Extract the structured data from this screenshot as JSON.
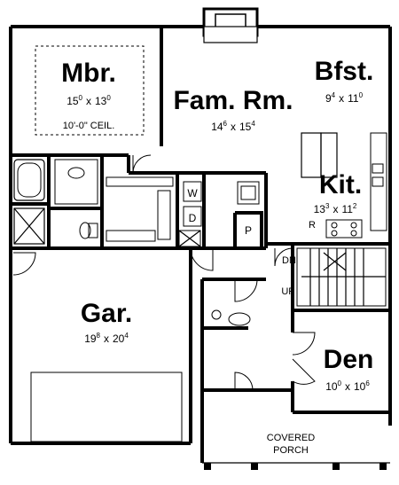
{
  "rooms": {
    "master_bedroom": {
      "name": "Mbr.",
      "dim_a": "15",
      "dim_a_sup": "0",
      "dim_b": "13",
      "dim_b_sup": "0",
      "note": "10'-0\" CEIL."
    },
    "family_room": {
      "name": "Fam. Rm.",
      "dim_a": "14",
      "dim_a_sup": "6",
      "dim_b": "15",
      "dim_b_sup": "4"
    },
    "breakfast": {
      "name": "Bfst.",
      "dim_a": "9",
      "dim_a_sup": "4",
      "dim_b": "11",
      "dim_b_sup": "0"
    },
    "kitchen": {
      "name": "Kit.",
      "dim_a": "13",
      "dim_a_sup": "3",
      "dim_b": "11",
      "dim_b_sup": "2"
    },
    "garage": {
      "name": "Gar.",
      "dim_a": "19",
      "dim_a_sup": "8",
      "dim_b": "20",
      "dim_b_sup": "4"
    },
    "den": {
      "name": "Den",
      "dim_a": "10",
      "dim_a_sup": "0",
      "dim_b": "10",
      "dim_b_sup": "6"
    }
  },
  "labels": {
    "washer": "W",
    "dryer": "D",
    "pantry": "P",
    "refrigerator": "R",
    "stairs_down": "DN",
    "stairs_up": "UP",
    "porch_line1": "COVERED",
    "porch_line2": "PORCH",
    "times": "x"
  }
}
